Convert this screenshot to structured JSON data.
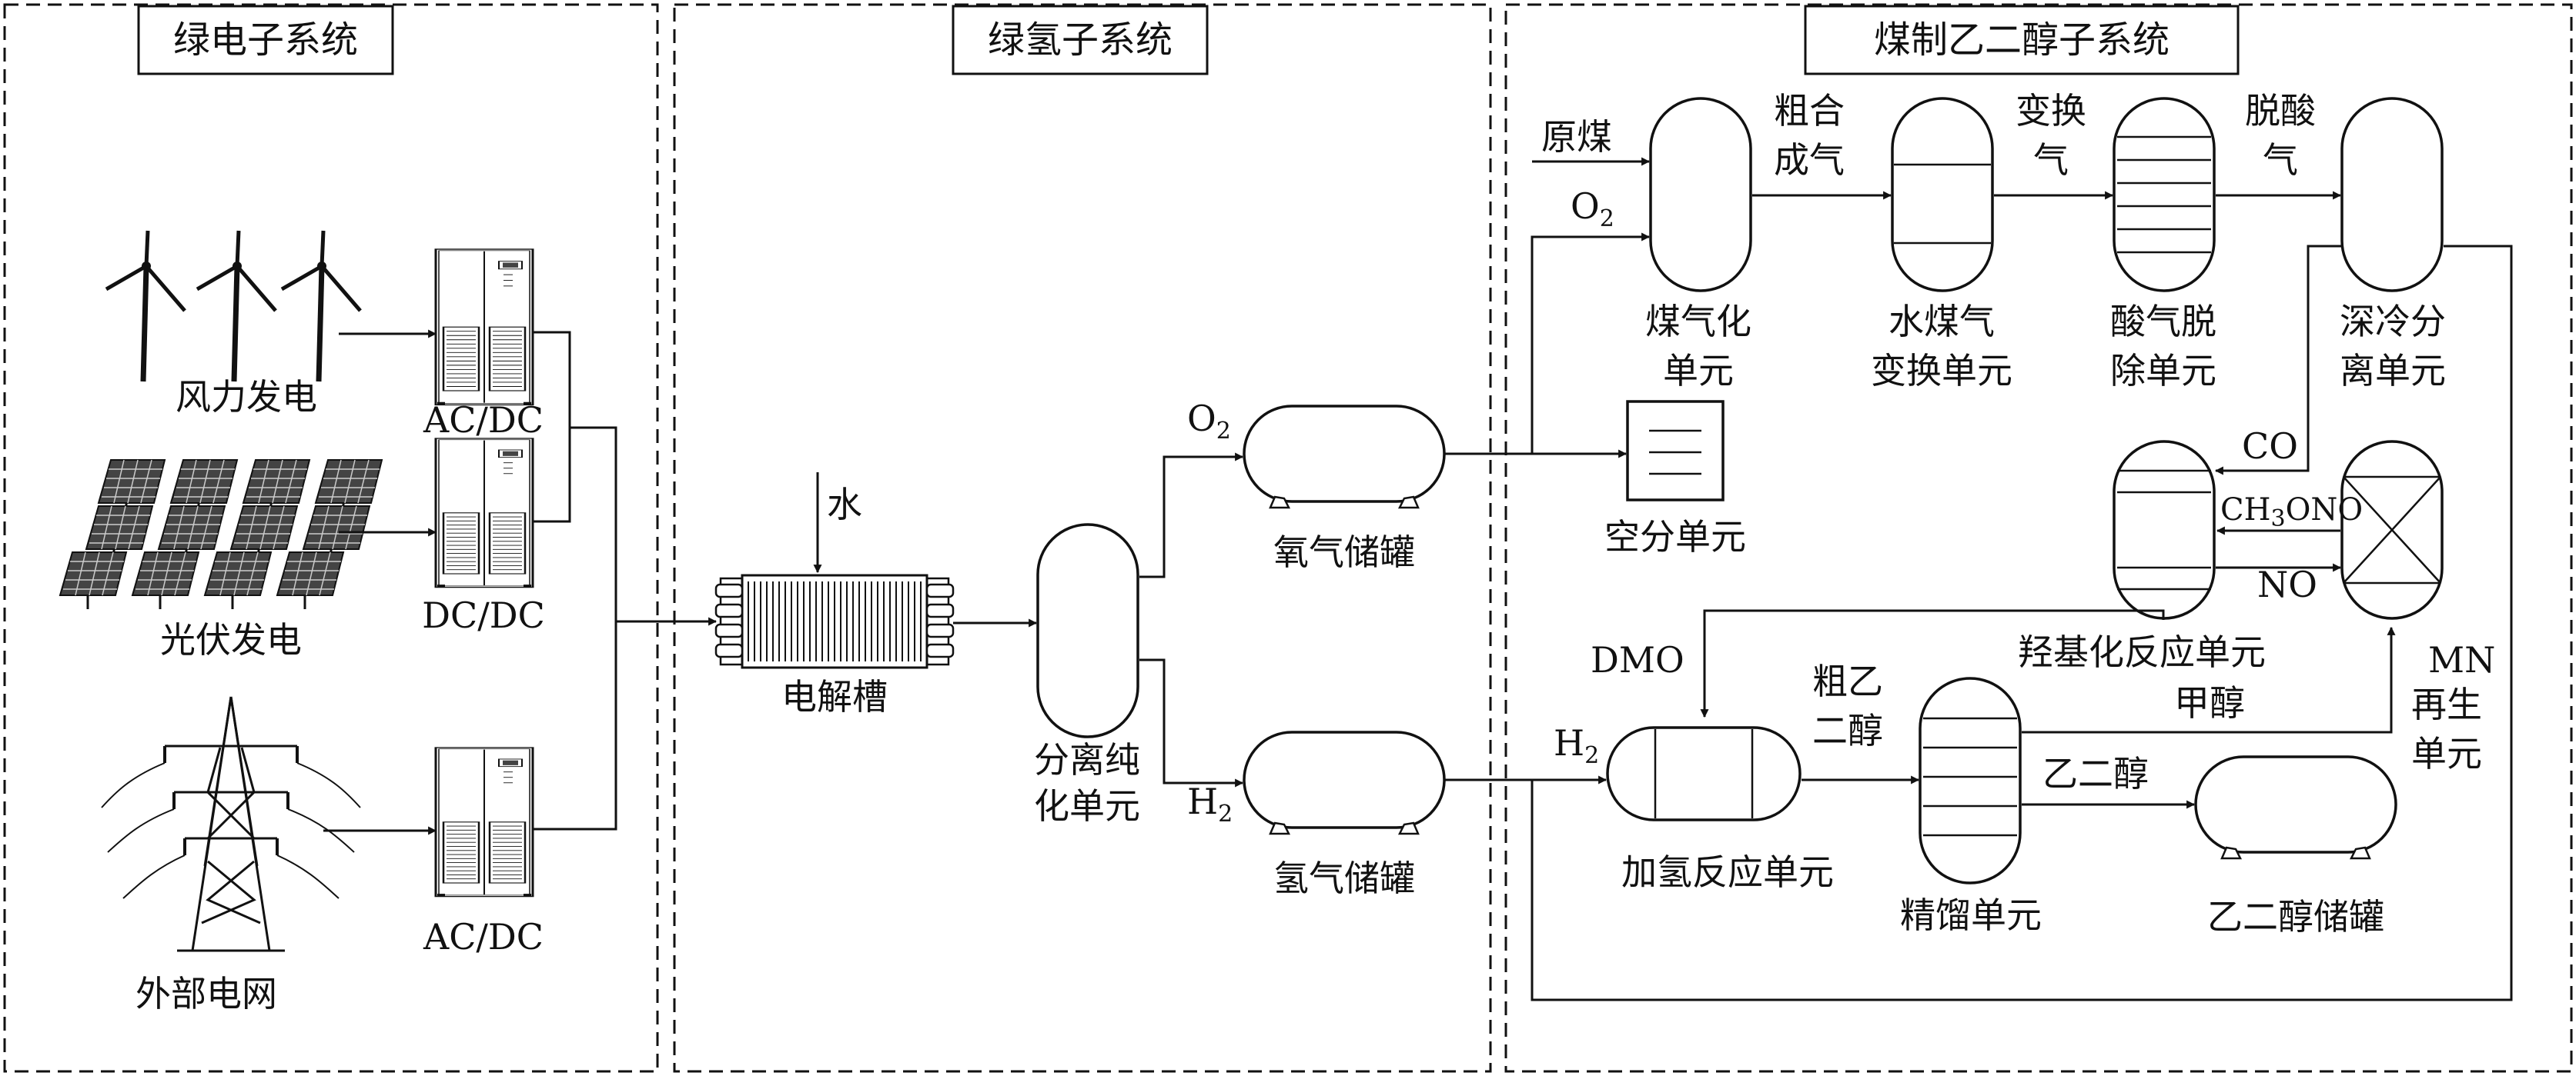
{
  "sections": {
    "green_power": "绿电子系统",
    "green_hydrogen": "绿氢子系统",
    "coal_to_eg": "煤制乙二醇子系统"
  },
  "power": {
    "wind": "风力发电",
    "pv": "光伏发电",
    "grid": "外部电网",
    "conv_wind": "AC/DC",
    "conv_pv": "DC/DC",
    "conv_grid": "AC/DC"
  },
  "hydrogen": {
    "water": "水",
    "electrolyzer": "电解槽",
    "separation_1": "分离纯",
    "separation_2": "化单元",
    "o2": "O",
    "h2": "H",
    "sub2": "2",
    "oxygen_tank": "氧气储罐",
    "hydrogen_tank": "氢气储罐"
  },
  "coal": {
    "raw_coal": "原煤",
    "o2": "O",
    "h2": "H",
    "sub2": "2",
    "gasifier_1": "煤气化",
    "gasifier_2": "单元",
    "crude_syngas_1": "粗合",
    "crude_syngas_2": "成气",
    "shift_1": "水煤气",
    "shift_2": "变换单元",
    "shifted_gas_1": "变换",
    "shifted_gas_2": "气",
    "acid_1": "酸气脱",
    "acid_2": "除单元",
    "deacid_gas_1": "脱酸",
    "deacid_gas_2": "气",
    "cryo_1": "深冷分",
    "cryo_2": "离单元",
    "asu": "空分单元",
    "co": "CO",
    "ch3ono_a": "CH",
    "ch3ono_sub": "3",
    "ch3ono_b": "ONO",
    "no": "NO",
    "carbonylation": "羟基化反应单元",
    "mn_1": "MN",
    "mn_2": "再生",
    "mn_3": "单元",
    "methanol": "甲醇",
    "dmo": "DMO",
    "crude_eg_1": "粗乙",
    "crude_eg_2": "二醇",
    "hydrogenation": "加氢反应单元",
    "distillation": "精馏单元",
    "eg": "乙二醇",
    "eg_tank": "乙二醇储罐"
  }
}
